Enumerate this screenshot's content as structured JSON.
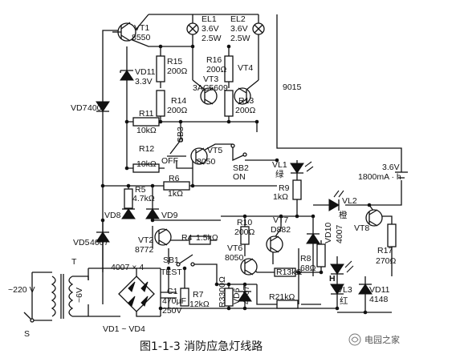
{
  "figure": {
    "caption": "图1-1-3  消防应急灯线路",
    "watermark": "电园之家",
    "range_label": "VD1 ~ VD4"
  },
  "labels": {
    "vt1": "VT1",
    "vt1_type": "8550",
    "el1": "EL1",
    "el1_v": "3.6V",
    "el1_w": "2.5W",
    "el2": "EL2",
    "el2_v": "3.6V",
    "el2_w": "2.5W",
    "vd11_top": "VD11",
    "vd11_top_v": "3.3V",
    "r15": "R15",
    "r15_v": "200Ω",
    "r16": "R16",
    "r16_v": "200Ω",
    "vt3": "VT3",
    "vt3_type": "3AC5609",
    "vt4": "VT4",
    "r14": "R14",
    "r14_v": "200Ω",
    "r13": "R13",
    "r13_v": "200Ω",
    "t9015": "9015",
    "vd7": "VD7",
    "vd7_type": "4007",
    "r11": "R11",
    "r11_v": "10kΩ",
    "sb3": "SB3",
    "r12": "R12",
    "r12_v": "10kΩ",
    "off": "OFF",
    "vt5": "VT5",
    "vt5_type": "8050",
    "sb2": "SB2",
    "on": "ON",
    "r6": "R6",
    "r6_v": "1kΩ",
    "r5": "R5",
    "r5_v": "4.7kΩ",
    "vd8": "VD8",
    "vd9": "VD9",
    "vl1": "VL1",
    "vl1_color": "绿",
    "r9": "R9",
    "r9_v": "1kΩ",
    "batt_v": "3.6V",
    "batt_c": "1800mA · h",
    "vl2": "VL2",
    "vl2_color": "橙",
    "vt8": "VT8",
    "r17": "R17",
    "r17_v": "270Ω",
    "vd5": "VD5",
    "vd5_type": "4007",
    "vt2": "VT2",
    "vt2_type": "8772",
    "r4": "R4",
    "r4_v": "1.5kΩ",
    "r10": "R10",
    "r10_v": "200Ω",
    "vt7": "VT7",
    "vt7_type": "D882",
    "vd10": "VD10",
    "vd10_type": "4007",
    "vt6": "VT6",
    "vt6_type": "8050",
    "r8": "R8",
    "r8_v": "68Ω",
    "r13k": "R13kΩ",
    "h": "H",
    "vl3": "VL3",
    "vl3_color": "红",
    "vd11_bot": "VD11",
    "vd11_bot_type": "4148",
    "sb1": "SB1",
    "test": "TEST",
    "r7": "R7",
    "r7_v": "12kΩ",
    "c1": "C1",
    "c1_v": "470μF",
    "c1_vv": "250V",
    "r3": "R3300Ω",
    "vd6": "VD6",
    "vd6_type": "4007",
    "r2": "R21kΩ",
    "t": "T",
    "t_v": "~6V",
    "mains": "~220 V",
    "s": "S",
    "bridge": "4007 × 4"
  }
}
